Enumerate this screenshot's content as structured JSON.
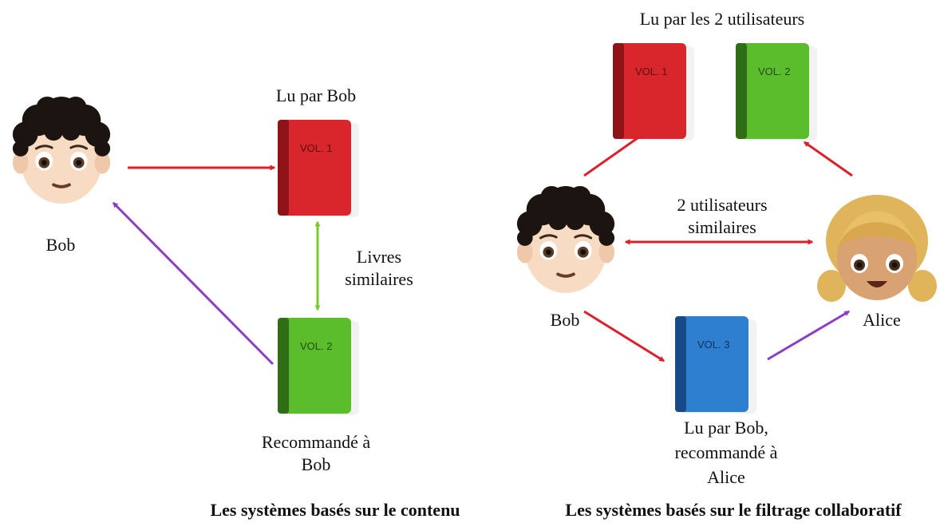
{
  "content_based": {
    "user_name": "Bob",
    "read_label": "Lu par Bob",
    "similar_books_line1": "Livres",
    "similar_books_line2": "similaires",
    "recommended_line1": "Recommandé à",
    "recommended_line2": "Bob",
    "caption": "Les systèmes basés sur le contenu",
    "book1_volume": "VOL. 1",
    "book2_volume": "VOL. 2"
  },
  "collaborative": {
    "top_label": "Lu par les 2 utilisateurs",
    "similar_users_line1": "2 utilisateurs",
    "similar_users_line2": "similaires",
    "user1_name": "Bob",
    "user2_name": "Alice",
    "book3_line1": "Lu par Bob,",
    "book3_line2": "recommandé à",
    "book3_line3": "Alice",
    "caption": "Les systèmes basés sur le filtrage collaboratif",
    "book1_volume": "VOL. 1",
    "book2_volume": "VOL. 2",
    "book3_volume": "VOL. 3"
  },
  "colors": {
    "read_arrow": "#dd1f2a",
    "similar_books_arrow": "#7cc832",
    "recommend_arrow": "#8a3fc6",
    "book_red": "#d9262c",
    "book_green": "#5cbd2c",
    "book_blue": "#2f7fd0",
    "hair_dark": "#1b1410",
    "hair_blonde": "#e0b45a",
    "skin_light": "#f7dcc3",
    "skin_tan": "#d9a273"
  }
}
